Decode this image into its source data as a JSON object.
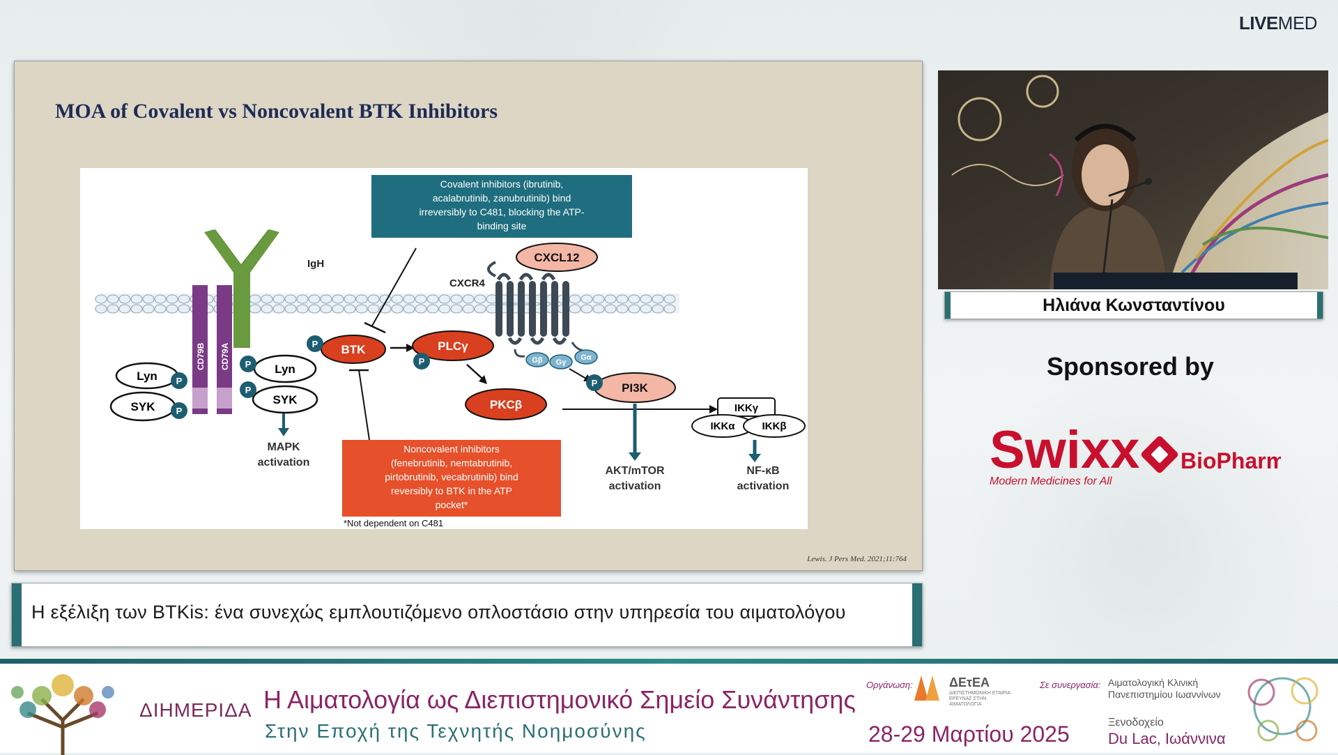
{
  "brand": {
    "bold": "LIVE",
    "light": "MED"
  },
  "slide": {
    "title": "MOA of Covalent vs Noncovalent BTK Inhibitors",
    "citation": "Lewis. J Pers Med. 2021;11:764",
    "figure": {
      "covalent_box": [
        "Covalent inhibitors (ibrutinib,",
        "acalabrutinib, zanubrutinib) bind",
        "irreversibly to C481, blocking the ATP-",
        "binding site"
      ],
      "noncovalent_box": [
        "Noncovalent inhibitors",
        "(fenebrutinib, nemtabrutinib,",
        "pirtobrutinib, vecabrutinib) bind",
        "reversibly to BTK in the ATP",
        "pocket*"
      ],
      "footnote": "*Not dependent on C481",
      "labels": {
        "igh": "IgH",
        "cxcr4": "CXCR4",
        "cxcl12": "CXCL12",
        "cd79b": "CD79B",
        "cd79a": "CD79A",
        "lyn": "Lyn",
        "syk": "SYK",
        "p": "P",
        "btk": "BTK",
        "plcg": "PLCγ",
        "pkcb": "PKCβ",
        "pi3k": "PI3K",
        "gb": "Gβ",
        "gg": "Gγ",
        "ga": "Gα",
        "ikkg": "IKKγ",
        "ikka": "IKKα",
        "ikkb": "IKKβ",
        "mapk_1": "MAPK",
        "mapk_2": "activation",
        "akt_1": "AKT/mTOR",
        "akt_2": "activation",
        "nfkb_1": "NF-κB",
        "nfkb_2": "activation"
      }
    }
  },
  "subtitle": "Η εξέλιξη των BTKis: ένα συνεχώς εμπλουτιζόμενο οπλοστάσιο στην υπηρεσία του αιματολόγου",
  "speaker": {
    "name": "Ηλιάνα Κωνσταντίνου"
  },
  "sponsor": {
    "heading": "Sponsored by",
    "name": "Swixx",
    "suffix": "BioPharma",
    "tagline": "Modern Medicines for All"
  },
  "footer": {
    "event_type": "ΔΙΗΜΕΡΙΔΑ",
    "title": "Η Αιματολογία ως Διεπιστημονικό Σημείο Συνάντησης",
    "subtitle": "Στην Εποχή της Τεχνητής Νοημοσύνης",
    "organizer_label": "Οργάνωση:",
    "organizer_name": "ΔΕτΕΑ",
    "organizer_sub": "ΔΙΕΠΙΣΤΗΜΟΝΙΚΗ ΕΤΑΙΡΙΑ ΕΡΕΥΝΑΣ ΣΤΗΝ ΑΙΜΑΤΟΛΟΓΙΑ",
    "collab_label": "Σε συνεργασία:",
    "collab_name": "Αιματολογική Κλινική Πανεπιστημίου Ιωαννίνων",
    "date": "28-29 Μαρτίου 2025",
    "venue_line1": "Ξενοδοχείο",
    "venue_line2": "Du Lac, Ιωάννινα"
  },
  "colors": {
    "teal": "#2a6f74",
    "magenta": "#8a2466",
    "btk_red": "#d9401f",
    "box_teal": "#1f6e7f",
    "box_orange": "#e6502a",
    "sponsor_red": "#c8102e"
  }
}
